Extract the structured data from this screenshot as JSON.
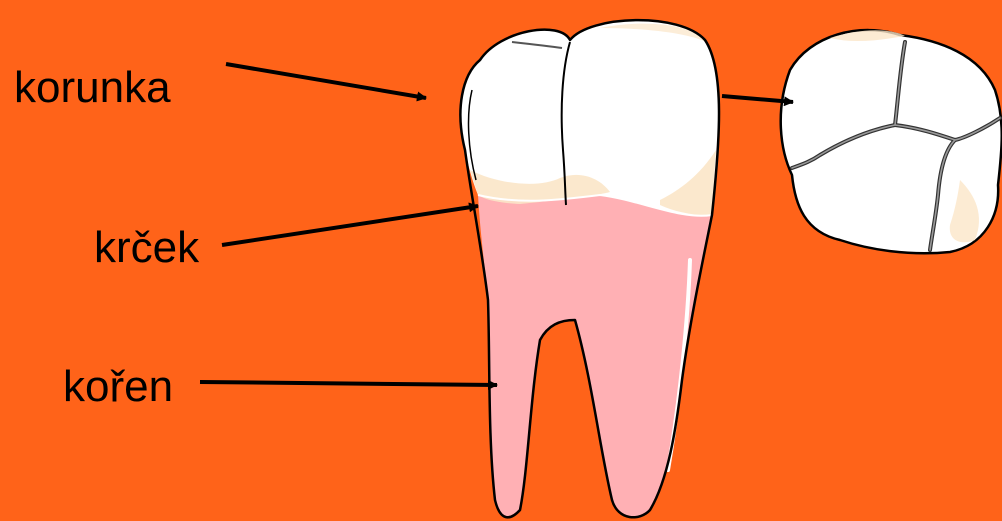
{
  "colors": {
    "background": "#FF6319",
    "enamel": "#FFFFFF",
    "enamel_shade": "#FBE6C8",
    "root": "#FFB0B4",
    "outline": "#000000"
  },
  "labels": {
    "crown": "korunka",
    "neck": "krček",
    "root": "kořen"
  }
}
